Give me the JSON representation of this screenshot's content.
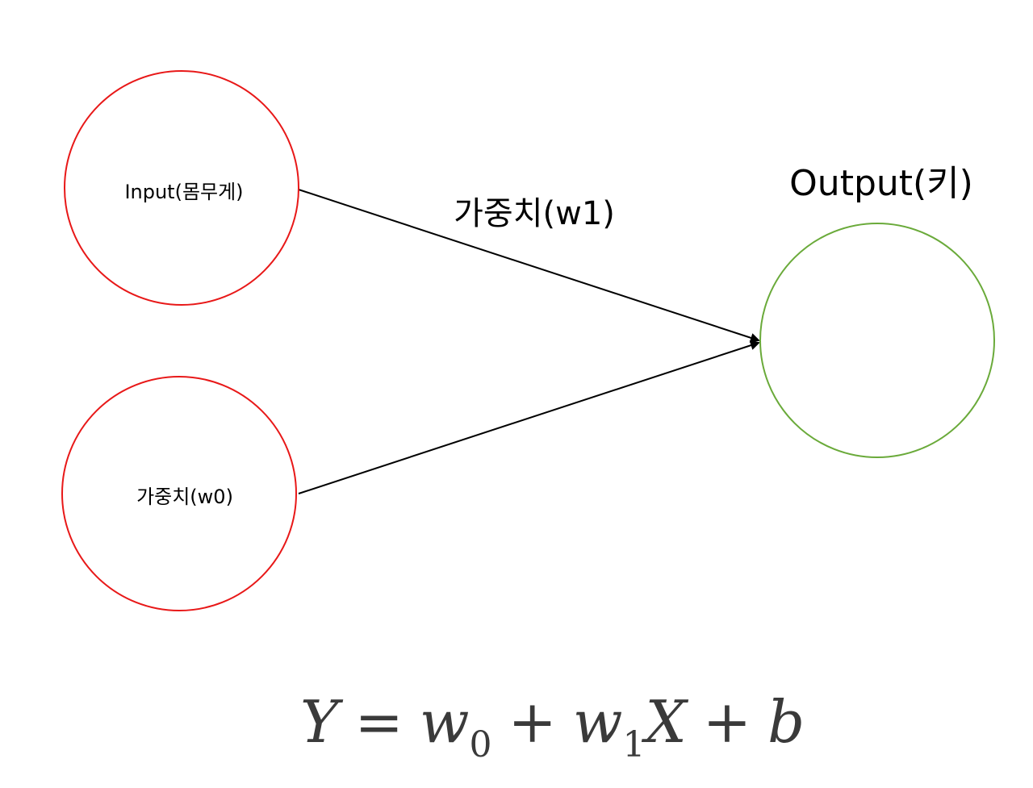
{
  "nodes": {
    "input": {
      "label": "Input(몸무게)",
      "color": "#e81818"
    },
    "bias_weight": {
      "label": "가중치(w0)",
      "color": "#e81818"
    },
    "output": {
      "label": "Output(키)",
      "color": "#6aaa3a"
    }
  },
  "edges": {
    "input_to_output": {
      "label": "가중치(w1)"
    }
  },
  "formula": {
    "Y": "Y",
    "eq": "=",
    "w0": "w",
    "w0_sub": "0",
    "plus1": "+",
    "w1": "w",
    "w1_sub": "1",
    "X": "X",
    "plus2": "+",
    "b": "b"
  }
}
